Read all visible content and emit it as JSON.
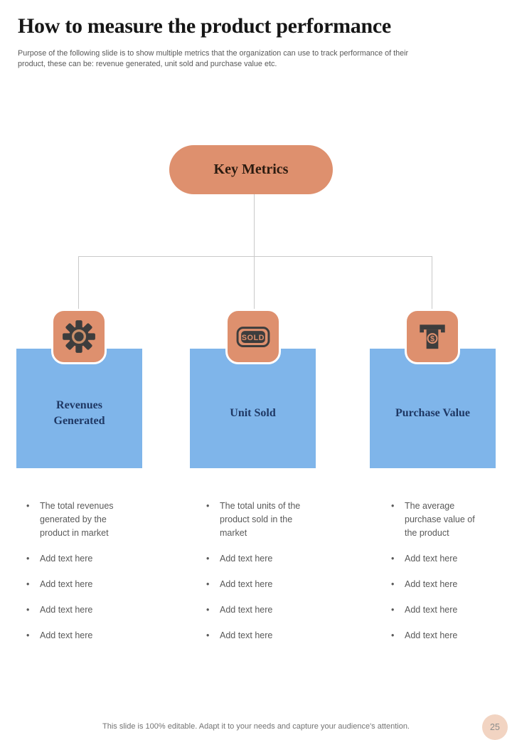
{
  "page": {
    "title": "How to measure the product performance",
    "subtitle": "Purpose of the following slide is to show multiple metrics that the organization can use to track performance of their product, these can be: revenue generated, unit sold and purchase value etc.",
    "footer": "This slide is 100% editable. Adapt it to your needs and capture your audience's attention.",
    "page_number": "25"
  },
  "diagram": {
    "root_label": "Key Metrics",
    "columns": [
      {
        "icon": "gear-icon",
        "label": "Revenues Generated",
        "bullets": [
          "The total revenues generated by the product in market",
          "Add text here",
          "Add text here",
          "Add text here",
          "Add text here"
        ]
      },
      {
        "icon": "sold-sign-icon",
        "icon_text": "SOLD",
        "label": "Unit Sold",
        "bullets": [
          "The total units of the product sold in the market",
          "Add text here",
          "Add text here",
          "Add text here",
          "Add text here"
        ]
      },
      {
        "icon": "atm-cash-icon",
        "icon_text": "$",
        "label": "Purchase Value",
        "bullets": [
          "The average purchase value of the product",
          "Add text here",
          "Add text here",
          "Add text here",
          "Add text here"
        ]
      }
    ]
  },
  "colors": {
    "accent_salmon": "#DE906E",
    "box_blue": "#7FB5EA",
    "label_navy": "#1F3864",
    "body_gray": "#595959",
    "connector_gray": "#C9C9C9",
    "badge_peach": "#F2D4C2",
    "icon_dark": "#3D3D3D"
  }
}
